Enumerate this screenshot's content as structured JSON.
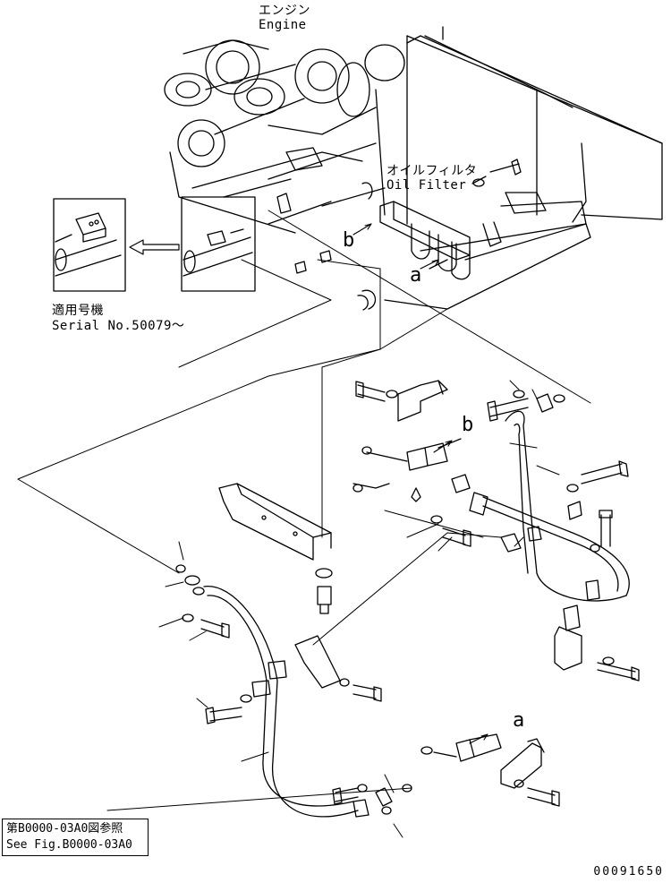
{
  "engine": {
    "jp": "エンジン",
    "en": "Engine"
  },
  "oil_filter": {
    "jp": "オイルフィルタ",
    "en": "Oil Filter"
  },
  "serial": {
    "jp": "適用号機",
    "en": "Serial No.50079～"
  },
  "callouts": {
    "a": "a",
    "b": "b"
  },
  "reference": {
    "jp": "第B0000-03A0図参照",
    "en": "See Fig.B0000-03A0"
  },
  "drawing_code": "00091650",
  "colors": {
    "line": "#000000",
    "background": "#ffffff"
  }
}
